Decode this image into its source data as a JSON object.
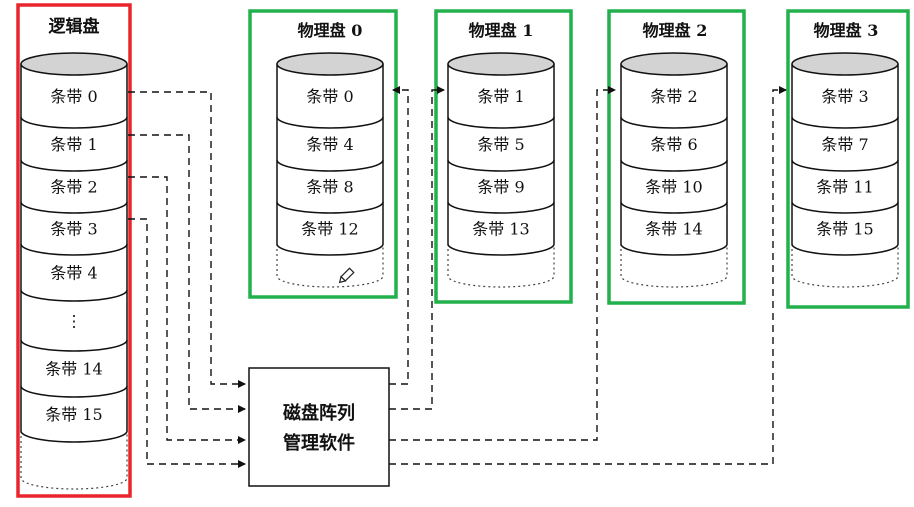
{
  "logical_disk": {
    "title": "逻辑盘",
    "stripes": [
      "条带 0",
      "条带 1",
      "条带 2",
      "条带 3",
      "条带 4",
      "⋮",
      "条带 14",
      "条带 15"
    ],
    "highlight_color": "#e8252b"
  },
  "physical_disks": [
    {
      "title": "物理盘 0",
      "stripes": [
        "条带 0",
        "条带 4",
        "条带 8",
        "条带 12"
      ]
    },
    {
      "title": "物理盘 1",
      "stripes": [
        "条带 1",
        "条带 5",
        "条带 9",
        "条带 13"
      ]
    },
    {
      "title": "物理盘 2",
      "stripes": [
        "条带 2",
        "条带 6",
        "条带 10",
        "条带 14"
      ]
    },
    {
      "title": "物理盘 3",
      "stripes": [
        "条带 3",
        "条带 7",
        "条带 11",
        "条带 15"
      ]
    }
  ],
  "physical_highlight_color": "#22b14c",
  "controller": {
    "line1": "磁盘阵列",
    "line2": "管理软件"
  },
  "disk_top_color": "#d3d3d3"
}
